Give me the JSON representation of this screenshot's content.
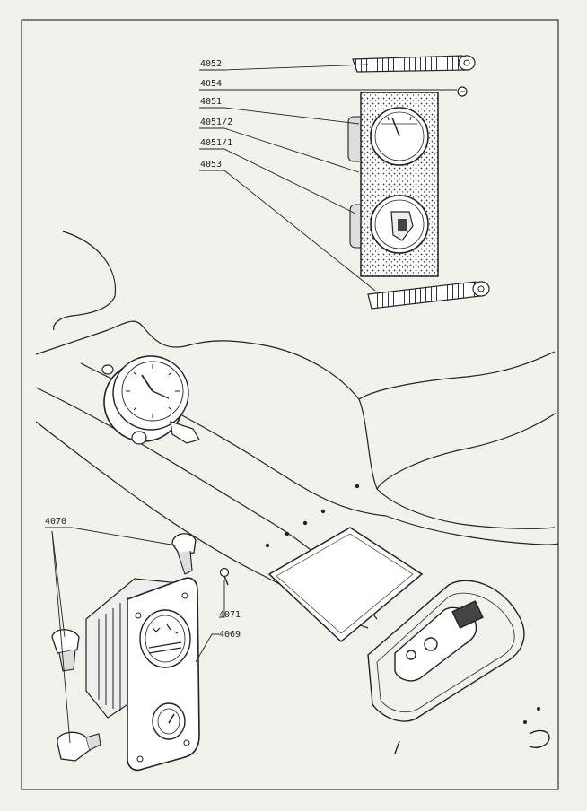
{
  "part_labels": {
    "p4052": "4052",
    "p4054": "4054",
    "p4051": "4051",
    "p4051_2": "4051/2",
    "p4051_1": "4051/1",
    "p4053": "4053",
    "p4070": "4070",
    "p4071": "4071",
    "p4069": "4069"
  },
  "colors": {
    "paper": "#f2f1ec",
    "ink": "#222222",
    "hatch": "#555555"
  }
}
